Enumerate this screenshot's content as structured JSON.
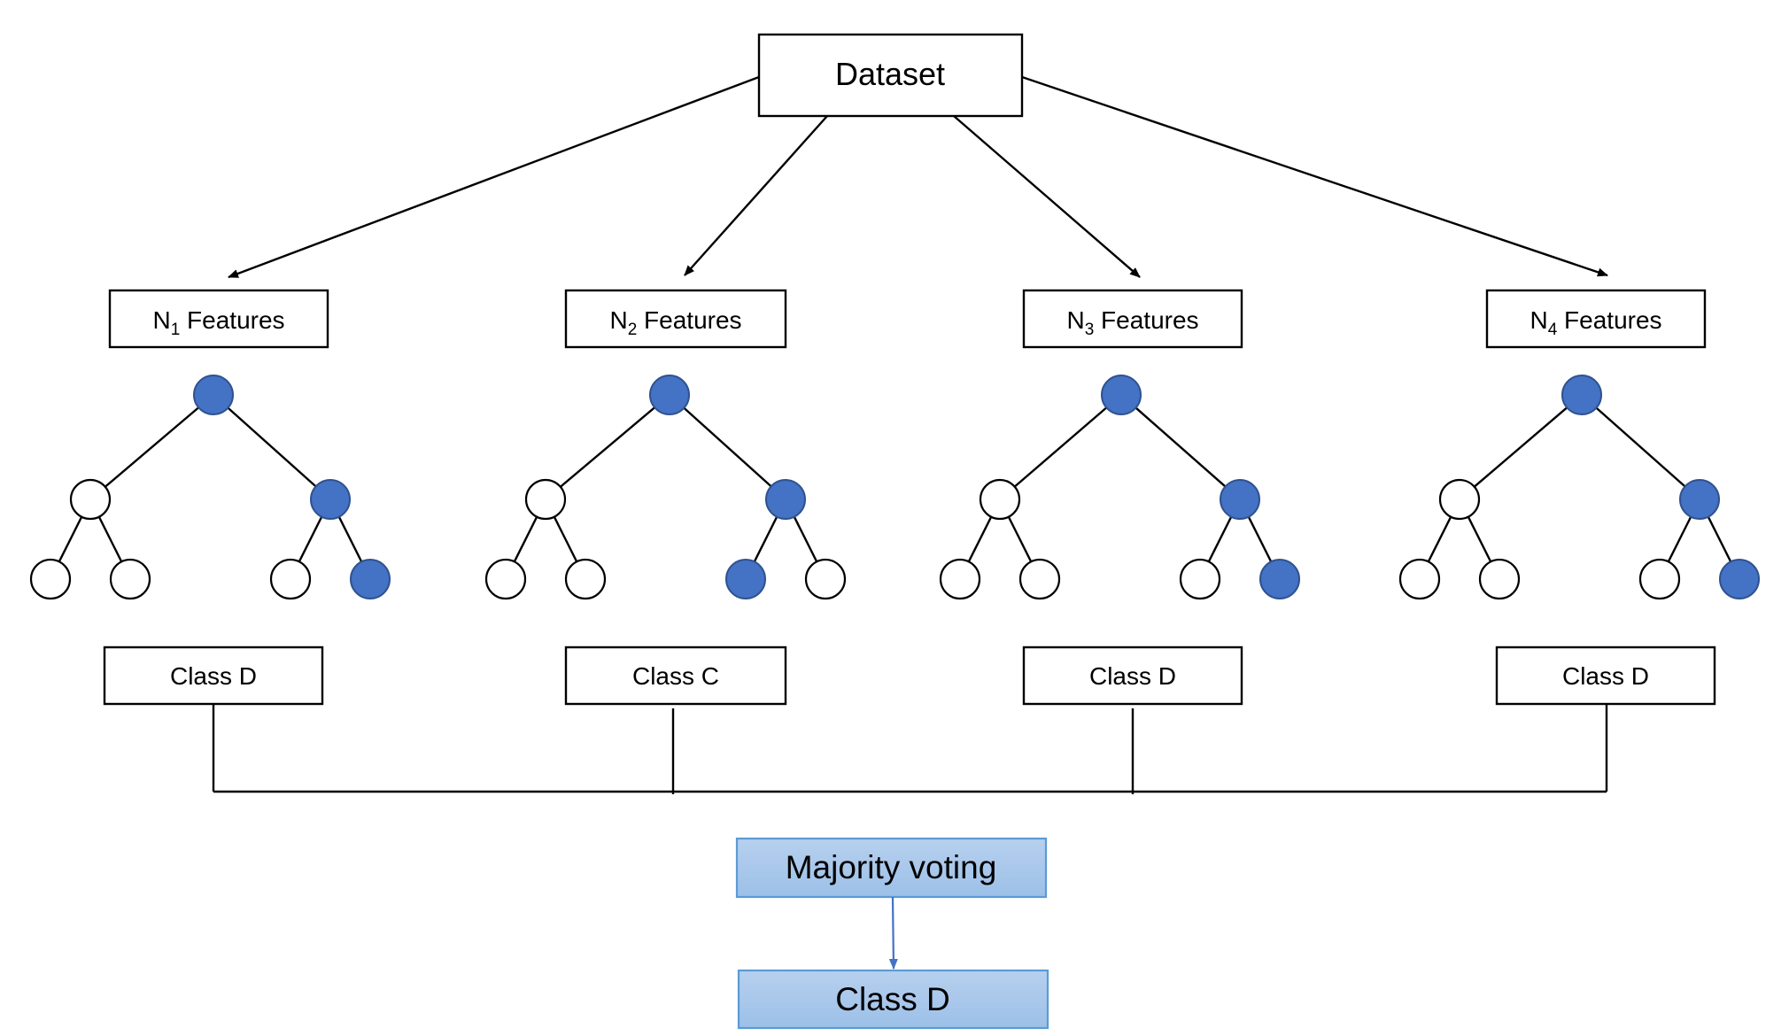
{
  "dataset": {
    "label": "Dataset"
  },
  "feature_sets": [
    {
      "prefix": "N",
      "subscript": "1",
      "suffix": " Features"
    },
    {
      "prefix": "N",
      "subscript": "2",
      "suffix": " Features"
    },
    {
      "prefix": "N",
      "subscript": "3",
      "suffix": " Features"
    },
    {
      "prefix": "N",
      "subscript": "4",
      "suffix": " Features"
    }
  ],
  "trees": [
    {
      "root": "filled",
      "left": "empty",
      "right": "filled",
      "leaves": [
        "empty",
        "empty",
        "empty",
        "filled"
      ]
    },
    {
      "root": "filled",
      "left": "empty",
      "right": "filled",
      "leaves": [
        "empty",
        "empty",
        "filled",
        "empty"
      ]
    },
    {
      "root": "filled",
      "left": "empty",
      "right": "filled",
      "leaves": [
        "empty",
        "empty",
        "empty",
        "filled"
      ]
    },
    {
      "root": "filled",
      "left": "empty",
      "right": "filled",
      "leaves": [
        "empty",
        "empty",
        "empty",
        "filled"
      ]
    }
  ],
  "predictions": [
    "Class D",
    "Class C",
    "Class D",
    "Class D"
  ],
  "majority": {
    "label": "Majority voting"
  },
  "final": {
    "label": "Class D"
  },
  "colors": {
    "node_fill": "#4472c4",
    "node_stroke": "#2f528f",
    "gradient_top": "#b7d0ee",
    "gradient_bottom": "#9cc0e8",
    "box_border_blue": "#5b9bd5",
    "arrow_blue": "#4472c4"
  }
}
